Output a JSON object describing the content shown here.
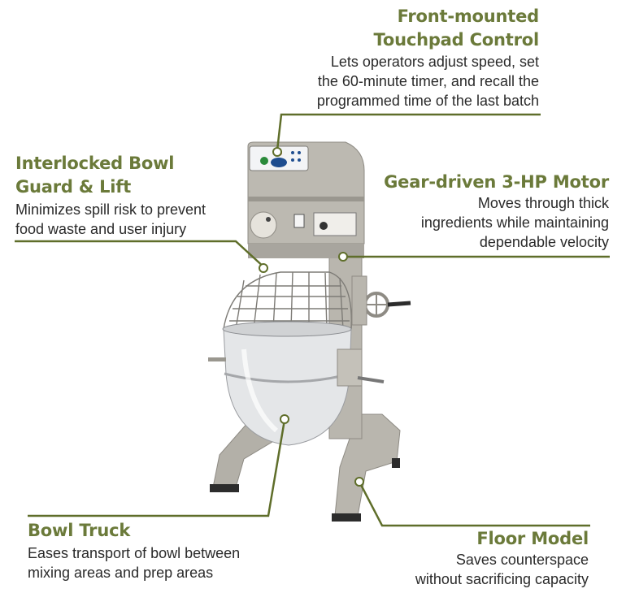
{
  "callouts": {
    "touchpad": {
      "title_line1": "Front-mounted",
      "title_line2": "Touchpad Control",
      "desc_line1": "Lets operators adjust speed, set",
      "desc_line2": "the 60-minute timer, and recall the",
      "desc_line3": "programmed time of the last batch"
    },
    "bowl_guard": {
      "title_line1": "Interlocked Bowl",
      "title_line2": "Guard & Lift",
      "desc_line1": "Minimizes spill risk to prevent",
      "desc_line2": "food waste and user injury"
    },
    "motor": {
      "title": "Gear-driven 3-HP Motor",
      "desc_line1": "Moves through thick",
      "desc_line2": "ingredients while maintaining",
      "desc_line3": "dependable velocity"
    },
    "bowl_truck": {
      "title": "Bowl Truck",
      "desc_line1": "Eases transport of bowl between",
      "desc_line2": "mixing areas and prep areas"
    },
    "floor_model": {
      "title": "Floor Model",
      "desc_line1": "Saves counterspace",
      "desc_line2": "without sacrificing capacity"
    }
  },
  "colors": {
    "accent": "#6b7a3a",
    "text": "#2a2a2a",
    "mixer_body": "#b9b6ae",
    "mixer_dark": "#8e8b84",
    "bowl": "#e6e8ea"
  }
}
